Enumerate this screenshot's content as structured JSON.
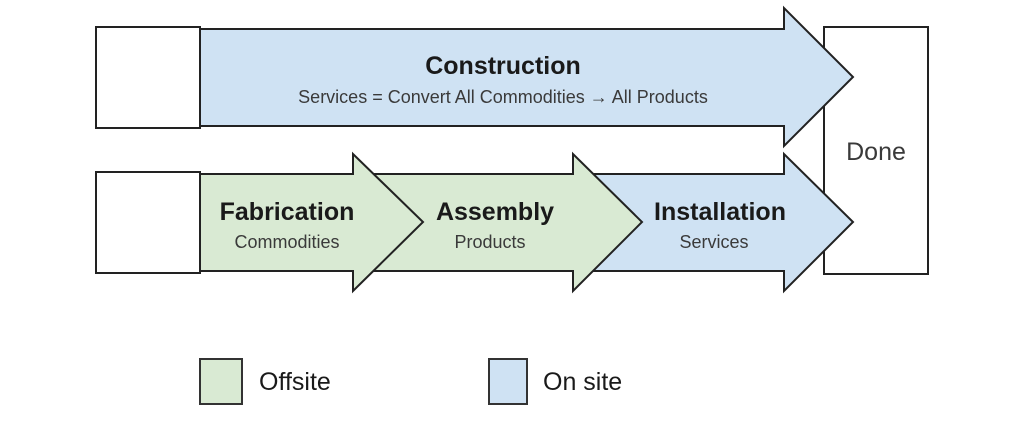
{
  "colors": {
    "offsite": "#d9ead3",
    "onsite": "#cfe2f3",
    "stroke": "#222222",
    "box": "#ffffff"
  },
  "construction": {
    "title": "Construction",
    "subtitle": "Services = Convert All Commodities → All Products"
  },
  "stages": [
    {
      "title": "Fabrication",
      "subtitle": "Commodities",
      "category": "offsite"
    },
    {
      "title": "Assembly",
      "subtitle": "Products",
      "category": "offsite"
    },
    {
      "title": "Installation",
      "subtitle": "Services",
      "category": "onsite"
    }
  ],
  "done_label": "Done",
  "legend": [
    {
      "label": "Offsite",
      "category": "offsite"
    },
    {
      "label": "On site",
      "category": "onsite"
    }
  ]
}
